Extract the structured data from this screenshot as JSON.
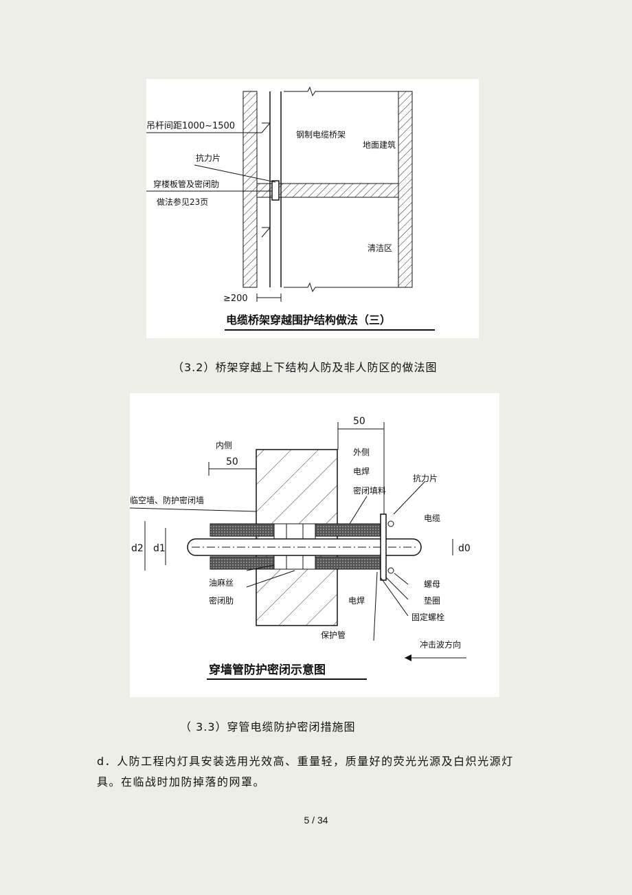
{
  "figure1": {
    "labels": {
      "hanger_spacing": "吊杆间距1000~1500",
      "tray": "钢制电缆桥架",
      "ground_building": "地面建筑",
      "anti_force": "抗力片",
      "sleeve": "穿楼板管及密闭肋",
      "reference": "做法参见23页",
      "clean_zone": "清洁区",
      "dim_200": "≥200"
    },
    "title": "电缆桥架穿越围护结构做法（三）"
  },
  "caption1": "（3.2）桥架穿越上下结构人防及非人防区的做法图",
  "figure2": {
    "labels": {
      "dim_50_top": "50",
      "inside": "内侧",
      "dim_50_left": "50",
      "outside": "外侧",
      "weld_top": "电焊",
      "anti_force": "抗力片",
      "wall": "临空墙、防护密闭墙",
      "seal_filler": "密闭填料",
      "cable": "电缆",
      "d2": "d2",
      "d1": "d1",
      "d0": "d0",
      "oakum": "油麻丝",
      "seal_rib": "密闭肋",
      "weld_bottom": "电焊",
      "nut": "螺母",
      "washer": "垫圈",
      "bolt": "固定螺栓",
      "pipe": "保护管",
      "shock_dir": "冲击波方向"
    },
    "title": "穿墙管防护密闭示意图"
  },
  "caption2": "（ 3.3）穿管电缆防护密闭措施图",
  "paragraph": "d．人防工程内灯具安装选用光效高、重量轻，质量好的荧光光源及白炽光源灯具。在临战时加防掉落的网罩。",
  "page_number": "5 / 34"
}
